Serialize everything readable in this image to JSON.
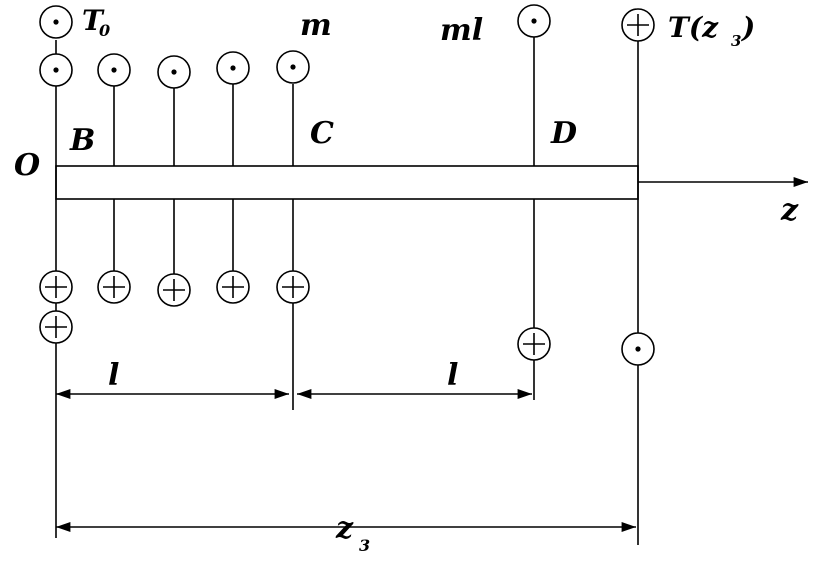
{
  "labels": {
    "origin": "O",
    "point_b": "B",
    "point_c": "C",
    "point_d": "D",
    "torque_start": "T",
    "torque_start_sub": "0",
    "distributed_torque": "m",
    "concentrated_torque": "ml",
    "torque_section": "T(z",
    "torque_section_sub": "3",
    "torque_section_close": ")",
    "axis": "z",
    "dim_first": "l",
    "dim_second": "l",
    "dim_total": "z",
    "dim_total_sub": "3"
  },
  "symbols": {
    "dot": "circle-dot-out-of-plane",
    "plus": "circle-plus-into-plane"
  },
  "colors": {
    "stroke": "#000000",
    "background": "#ffffff"
  }
}
